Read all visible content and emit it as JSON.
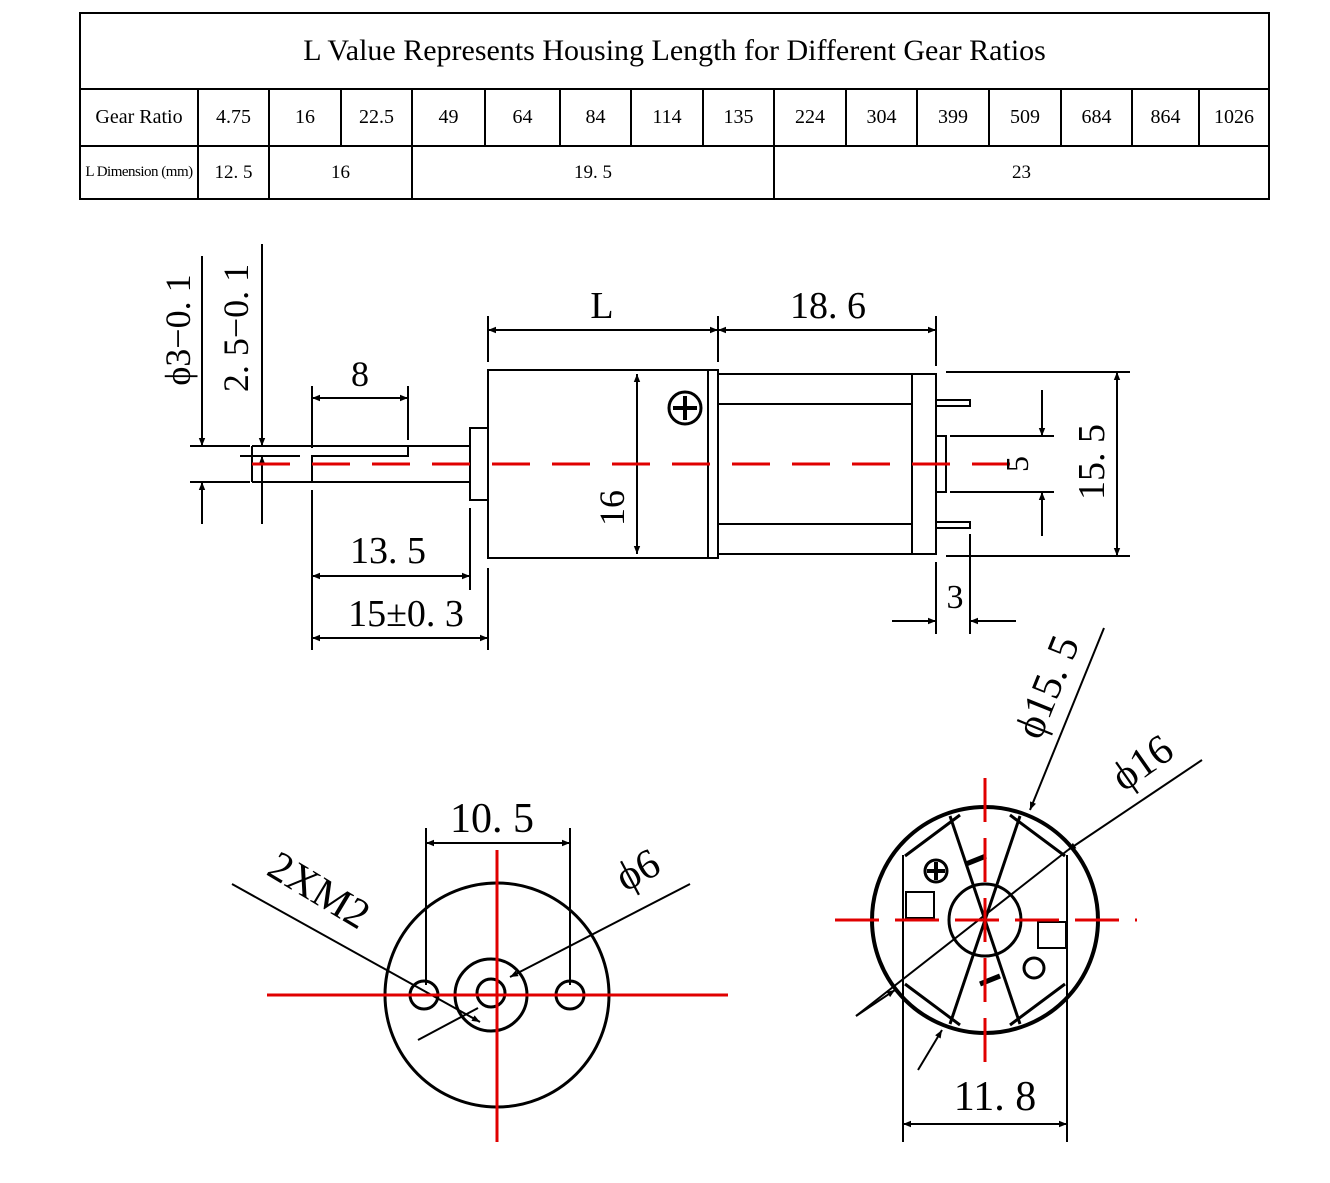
{
  "table": {
    "title": "L Value Represents Housing Length for Different Gear Ratios",
    "gear_ratio_label": "Gear Ratio",
    "gear_ratios": [
      "4.75",
      "16",
      "22.5",
      "49",
      "64",
      "84",
      "114",
      "135",
      "224",
      "304",
      "399",
      "509",
      "684",
      "864",
      "1026"
    ],
    "l_dimension_label": "L Dimension (mm)",
    "l_values": [
      "12. 5",
      "16",
      "19. 5",
      "23"
    ]
  },
  "side_view": {
    "shaft_diameter": "ϕ3−0. 1",
    "flat_depth": "2. 5−0. 1",
    "flat_length": "8",
    "shaft_length_to_housing": "13. 5",
    "shaft_total_length": "15±0. 3",
    "housing_length": "L",
    "motor_length": "18. 6",
    "gearbox_height": "16",
    "terminal_spacing": "5",
    "motor_height": "15. 5",
    "terminal_offset": "3"
  },
  "front_view": {
    "mount_hole_spacing": "10. 5",
    "mount_thread": "2XM2",
    "boss_diameter": "ϕ6"
  },
  "rear_view": {
    "motor_diameter": "ϕ15. 5",
    "gearbox_diameter": "ϕ16",
    "flat_width": "11. 8"
  },
  "colors": {
    "centerline": "#e00000",
    "outline": "#000000"
  }
}
